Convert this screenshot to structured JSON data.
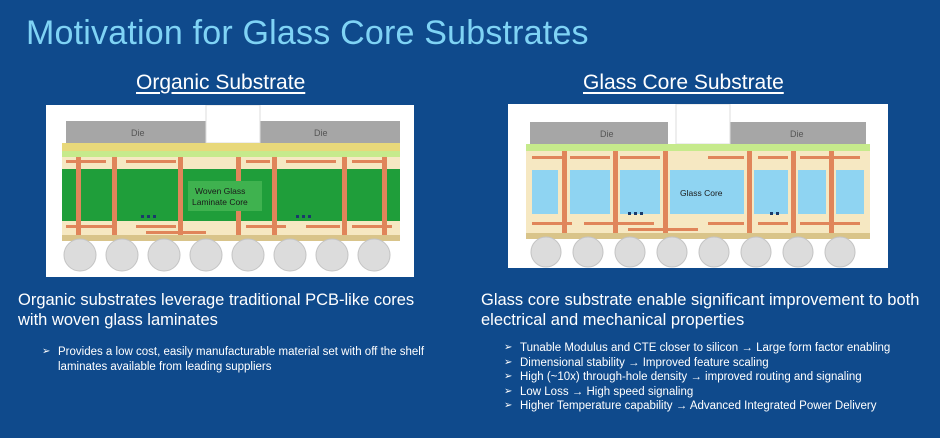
{
  "title": "Motivation for Glass Core Substrates",
  "left": {
    "heading": "Organic Substrate",
    "die_left": "Die",
    "die_right": "Die",
    "core_label_line1": "Woven Glass",
    "core_label_line2": "Laminate Core",
    "description": "Organic substrates leverage traditional PCB-like cores with woven glass laminates",
    "bullets": [
      "Provides a low cost, easily manufacturable material set with off the shelf laminates available from leading suppliers"
    ]
  },
  "right": {
    "heading": "Glass Core Substrate",
    "die_left": "Die",
    "die_right": "Die",
    "core_label": "Glass Core",
    "description": "Glass core substrate enable significant improvement to both electrical and mechanical properties",
    "bullets": [
      "Tunable Modulus and CTE closer to silicon → Large form factor enabling",
      "Dimensional stability → Improved feature scaling",
      "High (~10x) through-hole density → improved routing and signaling",
      "Low Loss → High speed signaling",
      "Higher Temperature capability → Advanced Integrated Power Delivery"
    ]
  },
  "bullet_marker": "➢",
  "colors": {
    "background": "#0f4a8c",
    "title": "#7fd3f5",
    "organic_core": "#1f9e3a",
    "glass_core": "#8fd4f2",
    "copper": "#e0855a",
    "die": "#a6a6a6",
    "build_up": "#f6e8c2"
  }
}
